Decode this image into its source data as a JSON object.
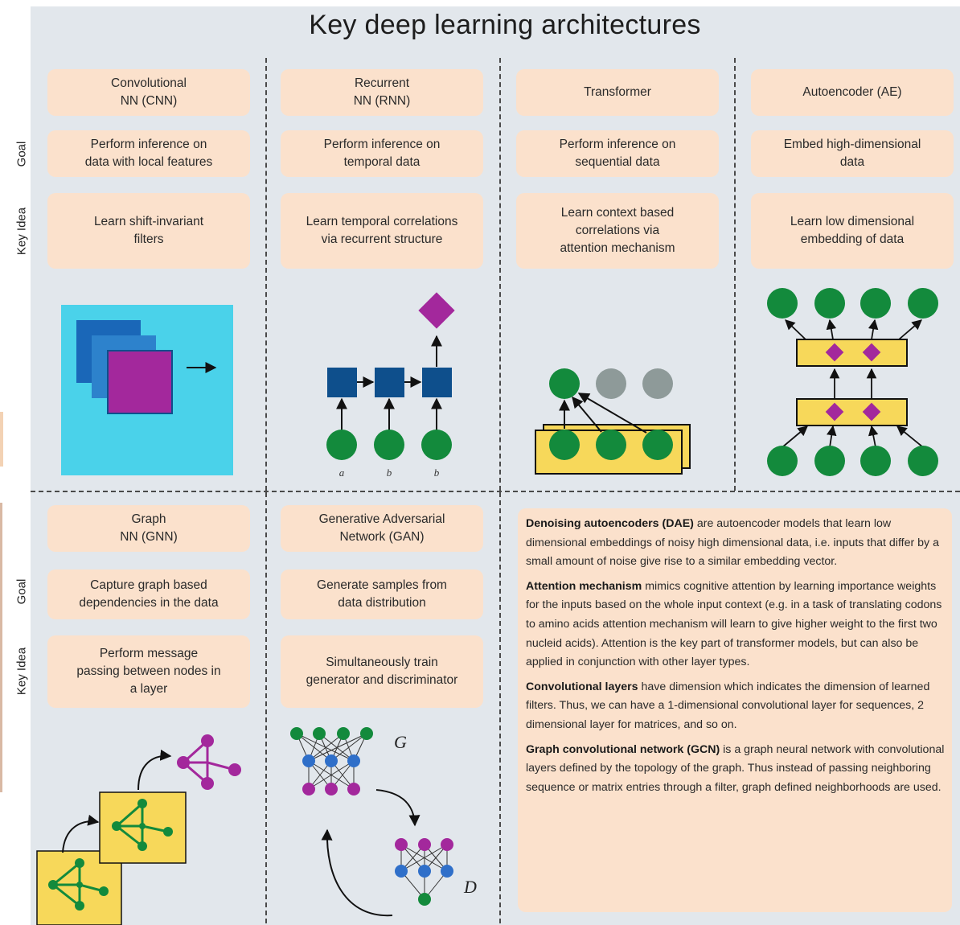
{
  "title": "Key deep learning architectures",
  "row_labels": {
    "goal": "Goal",
    "key_idea": "Key Idea"
  },
  "architectures": [
    {
      "name": [
        "Convolutional",
        "NN (CNN)"
      ],
      "goal": [
        "Perform inference on",
        "data with local features"
      ],
      "idea": [
        "Learn shift-invariant",
        "filters"
      ]
    },
    {
      "name": [
        "Recurrent",
        "NN (RNN)"
      ],
      "goal": [
        "Perform inference on",
        "temporal data"
      ],
      "idea": [
        "Learn temporal correlations",
        "via recurrent structure"
      ]
    },
    {
      "name": [
        "Transformer"
      ],
      "goal": [
        "Perform inference on",
        "sequential data"
      ],
      "idea": [
        "Learn context based",
        "correlations via",
        "attention mechanism"
      ]
    },
    {
      "name": [
        "Autoencoder (AE)"
      ],
      "goal": [
        "Embed high-dimensional",
        "data"
      ],
      "idea": [
        "Learn low dimensional",
        "embedding of data"
      ]
    },
    {
      "name": [
        "Graph",
        "NN (GNN)"
      ],
      "goal": [
        "Capture graph based",
        "dependencies in the data"
      ],
      "idea": [
        "Perform message",
        "passing between nodes in",
        "a layer"
      ]
    },
    {
      "name": [
        "Generative Adversarial",
        "Network (GAN)"
      ],
      "goal": [
        "Generate samples from",
        "data distribution"
      ],
      "idea": [
        "Simultaneously train",
        "generator and discriminator"
      ]
    }
  ],
  "rnn_input_labels": [
    "a",
    "b",
    "b"
  ],
  "gan_labels": {
    "generator": "G",
    "discriminator": "D"
  },
  "definitions": [
    {
      "term": "Denoising autoencoders (DAE)",
      "text": " are autoencoder models that learn low dimensional embeddings of noisy high dimensional data, i.e. inputs that differ by a small amount of noise give rise to a similar embedding vector."
    },
    {
      "term": "Attention mechanism",
      "text": " mimics cognitive attention by learning importance weights for the inputs based on the whole input context (e.g. in a task of translating codons to amino acids attention mechanism will learn to give higher weight to the first two nucleid acids). Attention is the key part of transformer models, but can also be applied in conjunction with other layer types."
    },
    {
      "term": "Convolutional layers",
      "text": " have dimension which indicates the dimension of learned filters. Thus, we can have a 1-dimensional convolutional layer for sequences, 2 dimensional layer for matrices, and so on."
    },
    {
      "term": "Graph convolutional network (GCN)",
      "text": " is a graph neural network with convolutional layers defined by the topology of the graph. Thus instead of passing neighboring sequence or matrix entries through a filter, graph defined neighborhoods are used."
    }
  ],
  "colors": {
    "panel": "#e2e7ec",
    "box": "#fbe1cc",
    "green": "#138a3c",
    "purple": "#a3289c",
    "navy": "#0e4f8c",
    "yellow": "#f7d85a",
    "cyan": "#4ad2ea",
    "grey": "#8e9a99",
    "blue": "#2f6fc9"
  }
}
